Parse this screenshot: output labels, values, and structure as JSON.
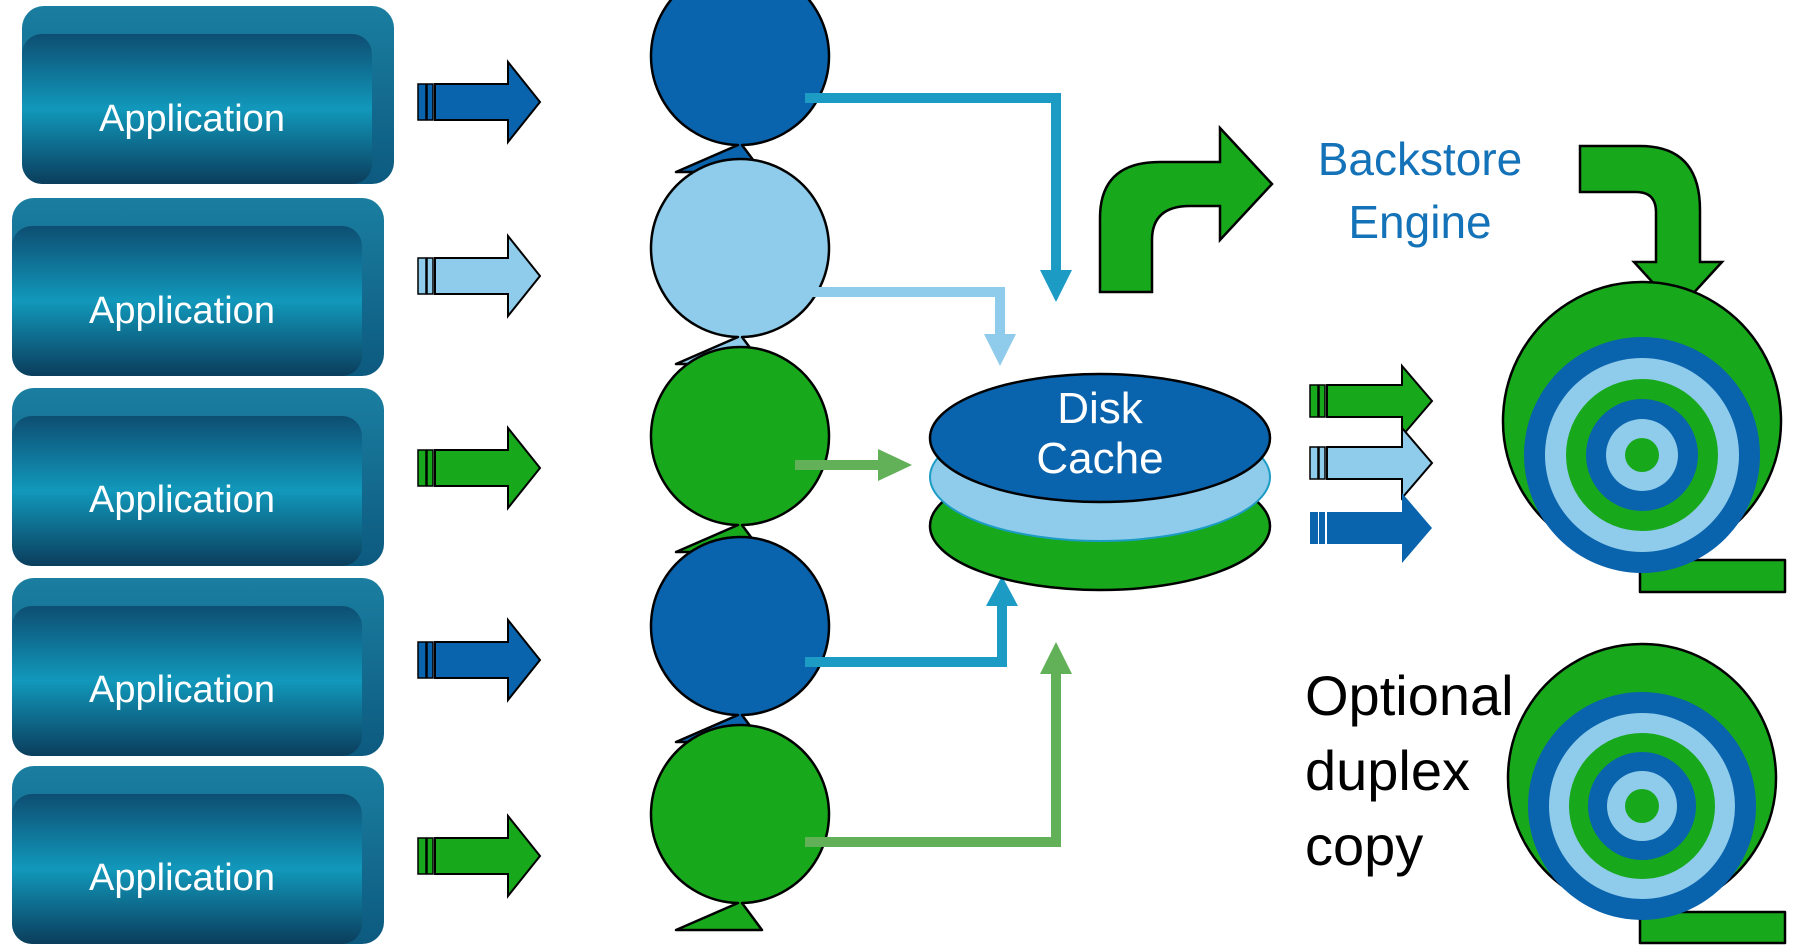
{
  "applications": [
    {
      "label": "Application",
      "stream": "blue"
    },
    {
      "label": "Application",
      "stream": "light"
    },
    {
      "label": "Application",
      "stream": "green"
    },
    {
      "label": "Application",
      "stream": "blue"
    },
    {
      "label": "Application",
      "stream": "green"
    }
  ],
  "cache": {
    "line1": "Disk",
    "line2": "Cache"
  },
  "engine": {
    "line1": "Backstore",
    "line2": "Engine"
  },
  "duplex": {
    "line1": "Optional",
    "line2": "duplex",
    "line3": "copy"
  },
  "colors": {
    "blue": "#0a63ad",
    "light": "#8fcbea",
    "green": "#18a81c",
    "teal_line": "#1c9cc4",
    "green_line": "#62b057",
    "app_box": "#0e8fb1",
    "engine_text": "#1472b8"
  }
}
